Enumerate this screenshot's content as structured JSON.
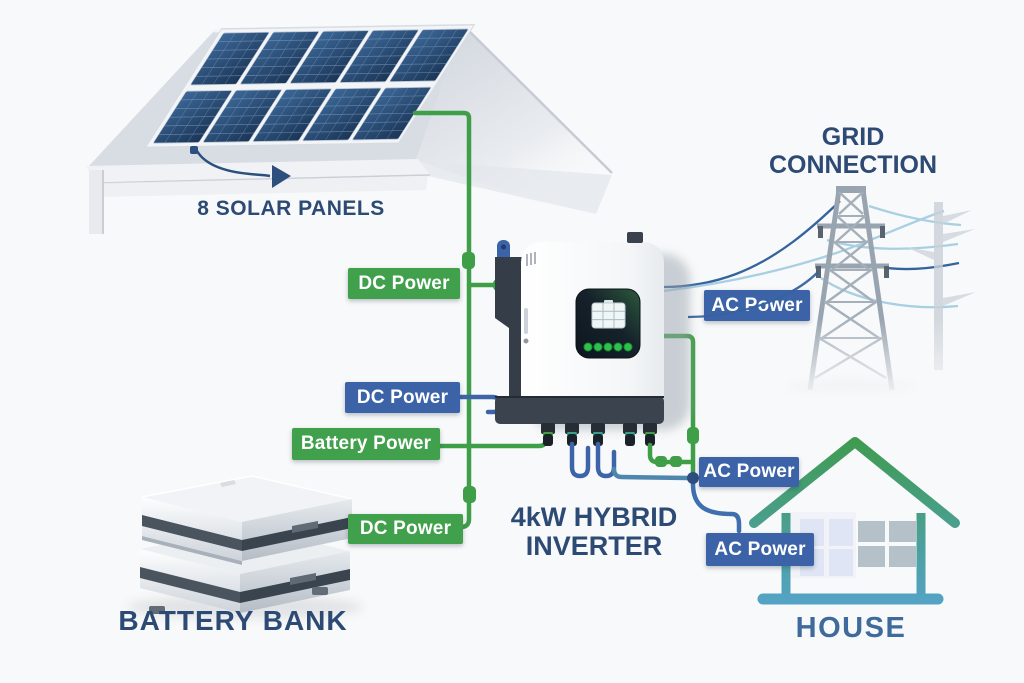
{
  "title": "Solar hybrid inverter system diagram",
  "colors": {
    "background": "#f8f9fa",
    "label_green": "#41a04b",
    "label_blue": "#3c63a8",
    "wire_green": "#3f9e48",
    "wire_blue": "#3d64a8",
    "wire_teal": "#4e86ae",
    "junction_navy": "#2d4f7e",
    "heading_navy": "#2c4a74",
    "house_heading": "#3e6b9c",
    "panel_blue": "#1a3455",
    "cable_dark_blue": "#35639c",
    "cable_light_blue": "#a9cfe2"
  },
  "solar": {
    "caption": "8 SOLAR PANELS"
  },
  "wire_labels": {
    "dc_solar": "DC Power",
    "dc_mid": "DC Power",
    "battery": "Battery Power",
    "dc_battery": "DC Power",
    "ac_grid": "AC Power",
    "ac_out": "AC Power",
    "ac_house": "AC Power"
  },
  "inverter": {
    "caption_line1": "4kW HYBRID",
    "caption_line2": "INVERTER"
  },
  "battery": {
    "caption": "BATTERY BANK"
  },
  "grid": {
    "caption_line1": "GRID",
    "caption_line2": "CONNECTION"
  },
  "house": {
    "caption": "HOUSE"
  }
}
